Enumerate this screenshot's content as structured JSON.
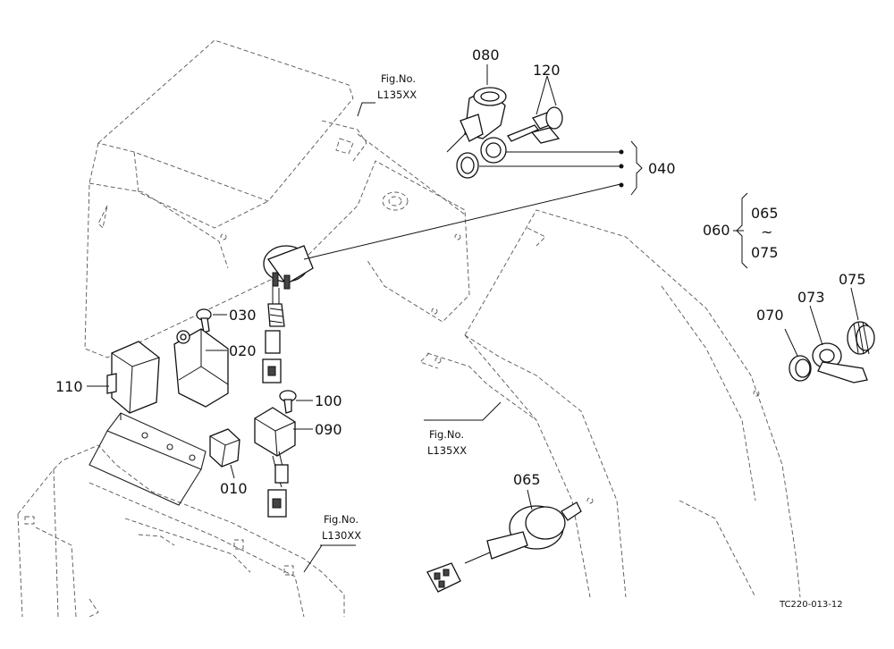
{
  "parts": [
    {
      "key": "p080",
      "label": "080"
    },
    {
      "key": "p120",
      "label": "120"
    },
    {
      "key": "p040",
      "label": "040"
    },
    {
      "key": "p060",
      "label": "060"
    },
    {
      "key": "p065a",
      "label": "065"
    },
    {
      "key": "p075a",
      "label": "075"
    },
    {
      "key": "p075",
      "label": "075"
    },
    {
      "key": "p073",
      "label": "073"
    },
    {
      "key": "p070",
      "label": "070"
    },
    {
      "key": "p030",
      "label": "030"
    },
    {
      "key": "p020",
      "label": "020"
    },
    {
      "key": "p110",
      "label": "110"
    },
    {
      "key": "p100",
      "label": "100"
    },
    {
      "key": "p090",
      "label": "090"
    },
    {
      "key": "p010",
      "label": "010"
    },
    {
      "key": "p065",
      "label": "065"
    }
  ],
  "range_symbol": "~",
  "figure_refs": {
    "top": {
      "line1": "Fig.No.",
      "line2": "L135XX"
    },
    "middle": {
      "line1": "Fig.No.",
      "line2": "L135XX"
    },
    "bottom": {
      "line1": "Fig.No.",
      "line2": "L130XX"
    }
  },
  "drawing_code": "TC220-013-12"
}
